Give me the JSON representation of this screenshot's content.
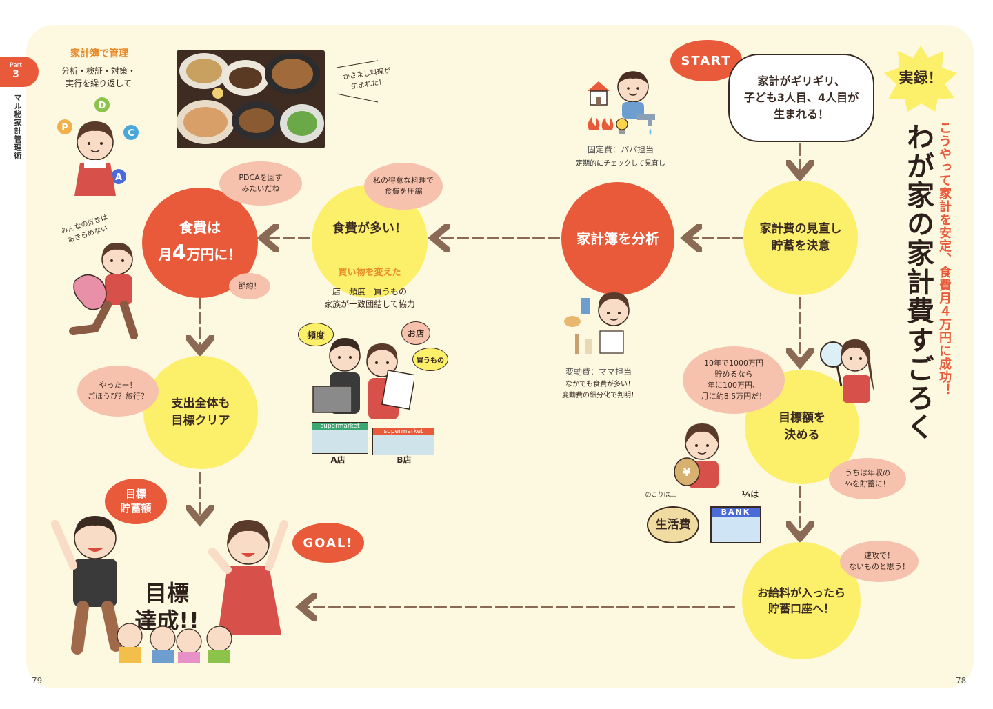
{
  "colors": {
    "page_bg": "#fdf8e0",
    "yellow": "#fcef6a",
    "orange": "#e85a3a",
    "pink": "#f6c2ad",
    "arrow": "#8a6a55"
  },
  "sidebar": {
    "part_label": "Part",
    "part_number": "3",
    "section": "マル秘家計管理術"
  },
  "title": {
    "burst": "実録！",
    "subtitle": "こうやって家計を安定、食費月４万円に成功！",
    "main": "わが家の家計費すごろく"
  },
  "start": {
    "tag": "START",
    "bubble": "家計がギリギリ、\n子ども3人目、4人目が\n生まれる！"
  },
  "fixed_costs": {
    "label": "固定費：パパ担当",
    "note": "定期的にチェックして見直し",
    "icons": [
      "house-icon",
      "faucet-icon",
      "lightbulb-icon",
      "fire-icon"
    ]
  },
  "variable_costs": {
    "label": "変動費：ママ担当",
    "note1": "なかでも食費が多い！",
    "note2": "変動費の細分化で判明！"
  },
  "steps": {
    "review": "家計費の見直し\n貯蓄を決意",
    "analyze": "家計簿を分析",
    "food_high": "食費が多い！",
    "food_goal_1": "食費は",
    "food_goal_2": "月",
    "food_goal_num": "4",
    "food_goal_3": "万円に！",
    "clear": "支出全体も\n目標クリア",
    "target": "目標額を\n決める",
    "salary": "お給料が入ったら\n貯蓄口座へ！"
  },
  "bubbles": {
    "pdca": "PDCAを回す\nみたいだね",
    "cooking": "私の得意な料理で\n食費を圧縮",
    "saving": "節約！",
    "yatta": "やったー！\nごほうび？旅行？",
    "ten_year": "10年で1000万円\n貯めるなら\n年に100万円、\n月に約8.5万円だ！",
    "one_third": "うちは年収の\n⅓を貯蓄に！",
    "fast": "速攻で！\nないものと思う！"
  },
  "shopping": {
    "heading": "買い物を変えた",
    "items": "店　頻度　買うもの",
    "note": "家族が一致団結して協力",
    "tag_freq": "頻度",
    "tag_store": "お店",
    "tag_goods": "買うもの",
    "store_a": "A店",
    "store_b": "B店",
    "store_sign": "supermarket"
  },
  "kakeibo": {
    "heading": "家計簿で管理",
    "note": "分析・検証・対策・\n実行を繰り返して",
    "letters": [
      "P",
      "D",
      "C",
      "A"
    ]
  },
  "photo_caption": "かさまし料理が\n生まれた！",
  "likes_note": "みんなの好きは\nあきらめない",
  "money": {
    "nokori": "のこりは…",
    "living": "生活費",
    "third": "⅓は",
    "bank": "BANK"
  },
  "goal": {
    "tag": "GOAL!",
    "savings_tag": "目標\n貯蓄額",
    "achieved": "目標\n達成!!"
  },
  "page_numbers": {
    "left": "79",
    "right": "78"
  }
}
